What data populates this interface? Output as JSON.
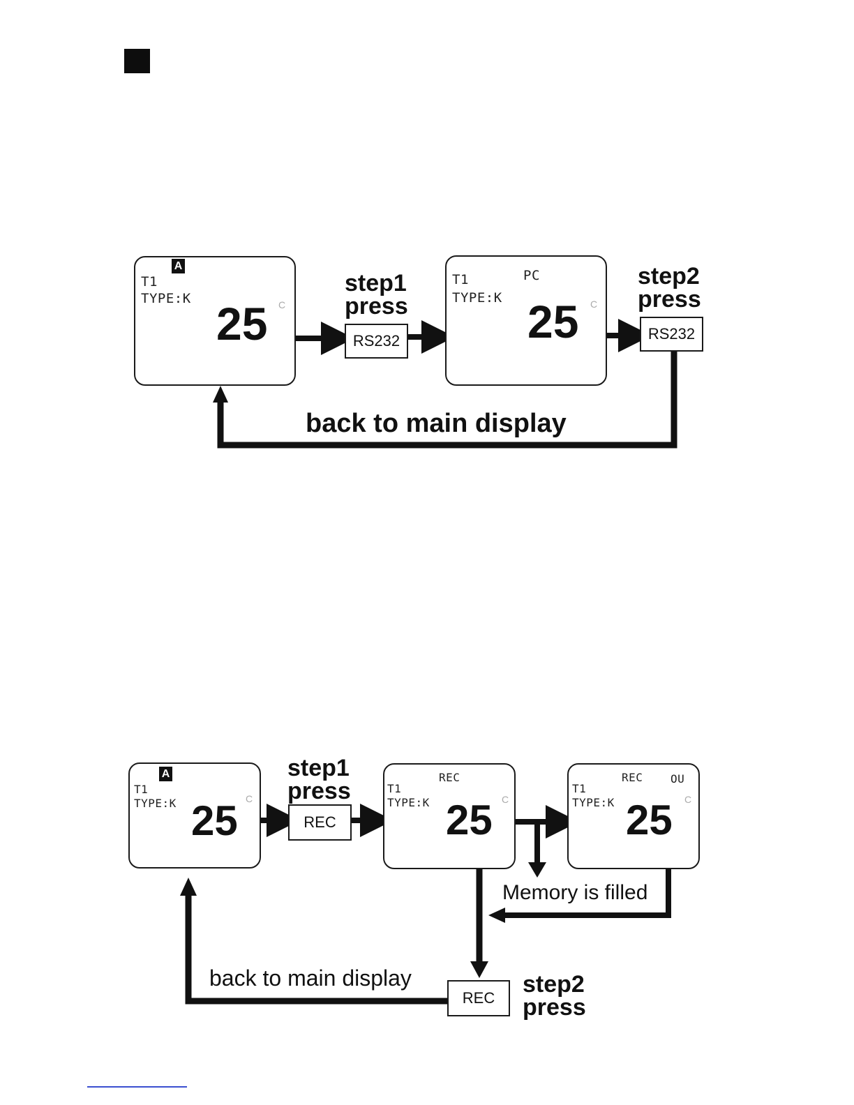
{
  "diagram1": {
    "screen_main": {
      "channel": "T1",
      "type": "TYPE:K",
      "value": "25",
      "unit": "C",
      "icon": "A"
    },
    "step1": {
      "step": "step1",
      "action": "press",
      "key": "RS232"
    },
    "screen_pc": {
      "channel": "T1",
      "mode": "PC",
      "type": "TYPE:K",
      "value": "25",
      "unit": "C"
    },
    "step2": {
      "step": "step2",
      "action": "press",
      "key": "RS232"
    },
    "return_label": "back to main display"
  },
  "diagram2": {
    "screen_main": {
      "channel": "T1",
      "type": "TYPE:K",
      "value": "25",
      "unit": "C",
      "icon": "A"
    },
    "step1": {
      "step": "step1",
      "action": "press",
      "key": "REC"
    },
    "screen_rec": {
      "channel": "T1",
      "mode": "REC",
      "type": "TYPE:K",
      "value": "25",
      "unit": "C"
    },
    "screen_full": {
      "channel": "T1",
      "mode": "REC",
      "flag": "OU",
      "type": "TYPE:K",
      "value": "25",
      "unit": "C"
    },
    "memory_label": "Memory is filled",
    "step2": {
      "step": "step2",
      "action": "press",
      "key": "REC"
    },
    "return_label": "back to main display"
  },
  "colors": {
    "ink": "#111111",
    "footer_line": "#3a4fd0"
  },
  "icons": {
    "bullet": "black-square-bullet",
    "auto": "auto-mode-icon",
    "arrow": "arrow-right-icon"
  }
}
